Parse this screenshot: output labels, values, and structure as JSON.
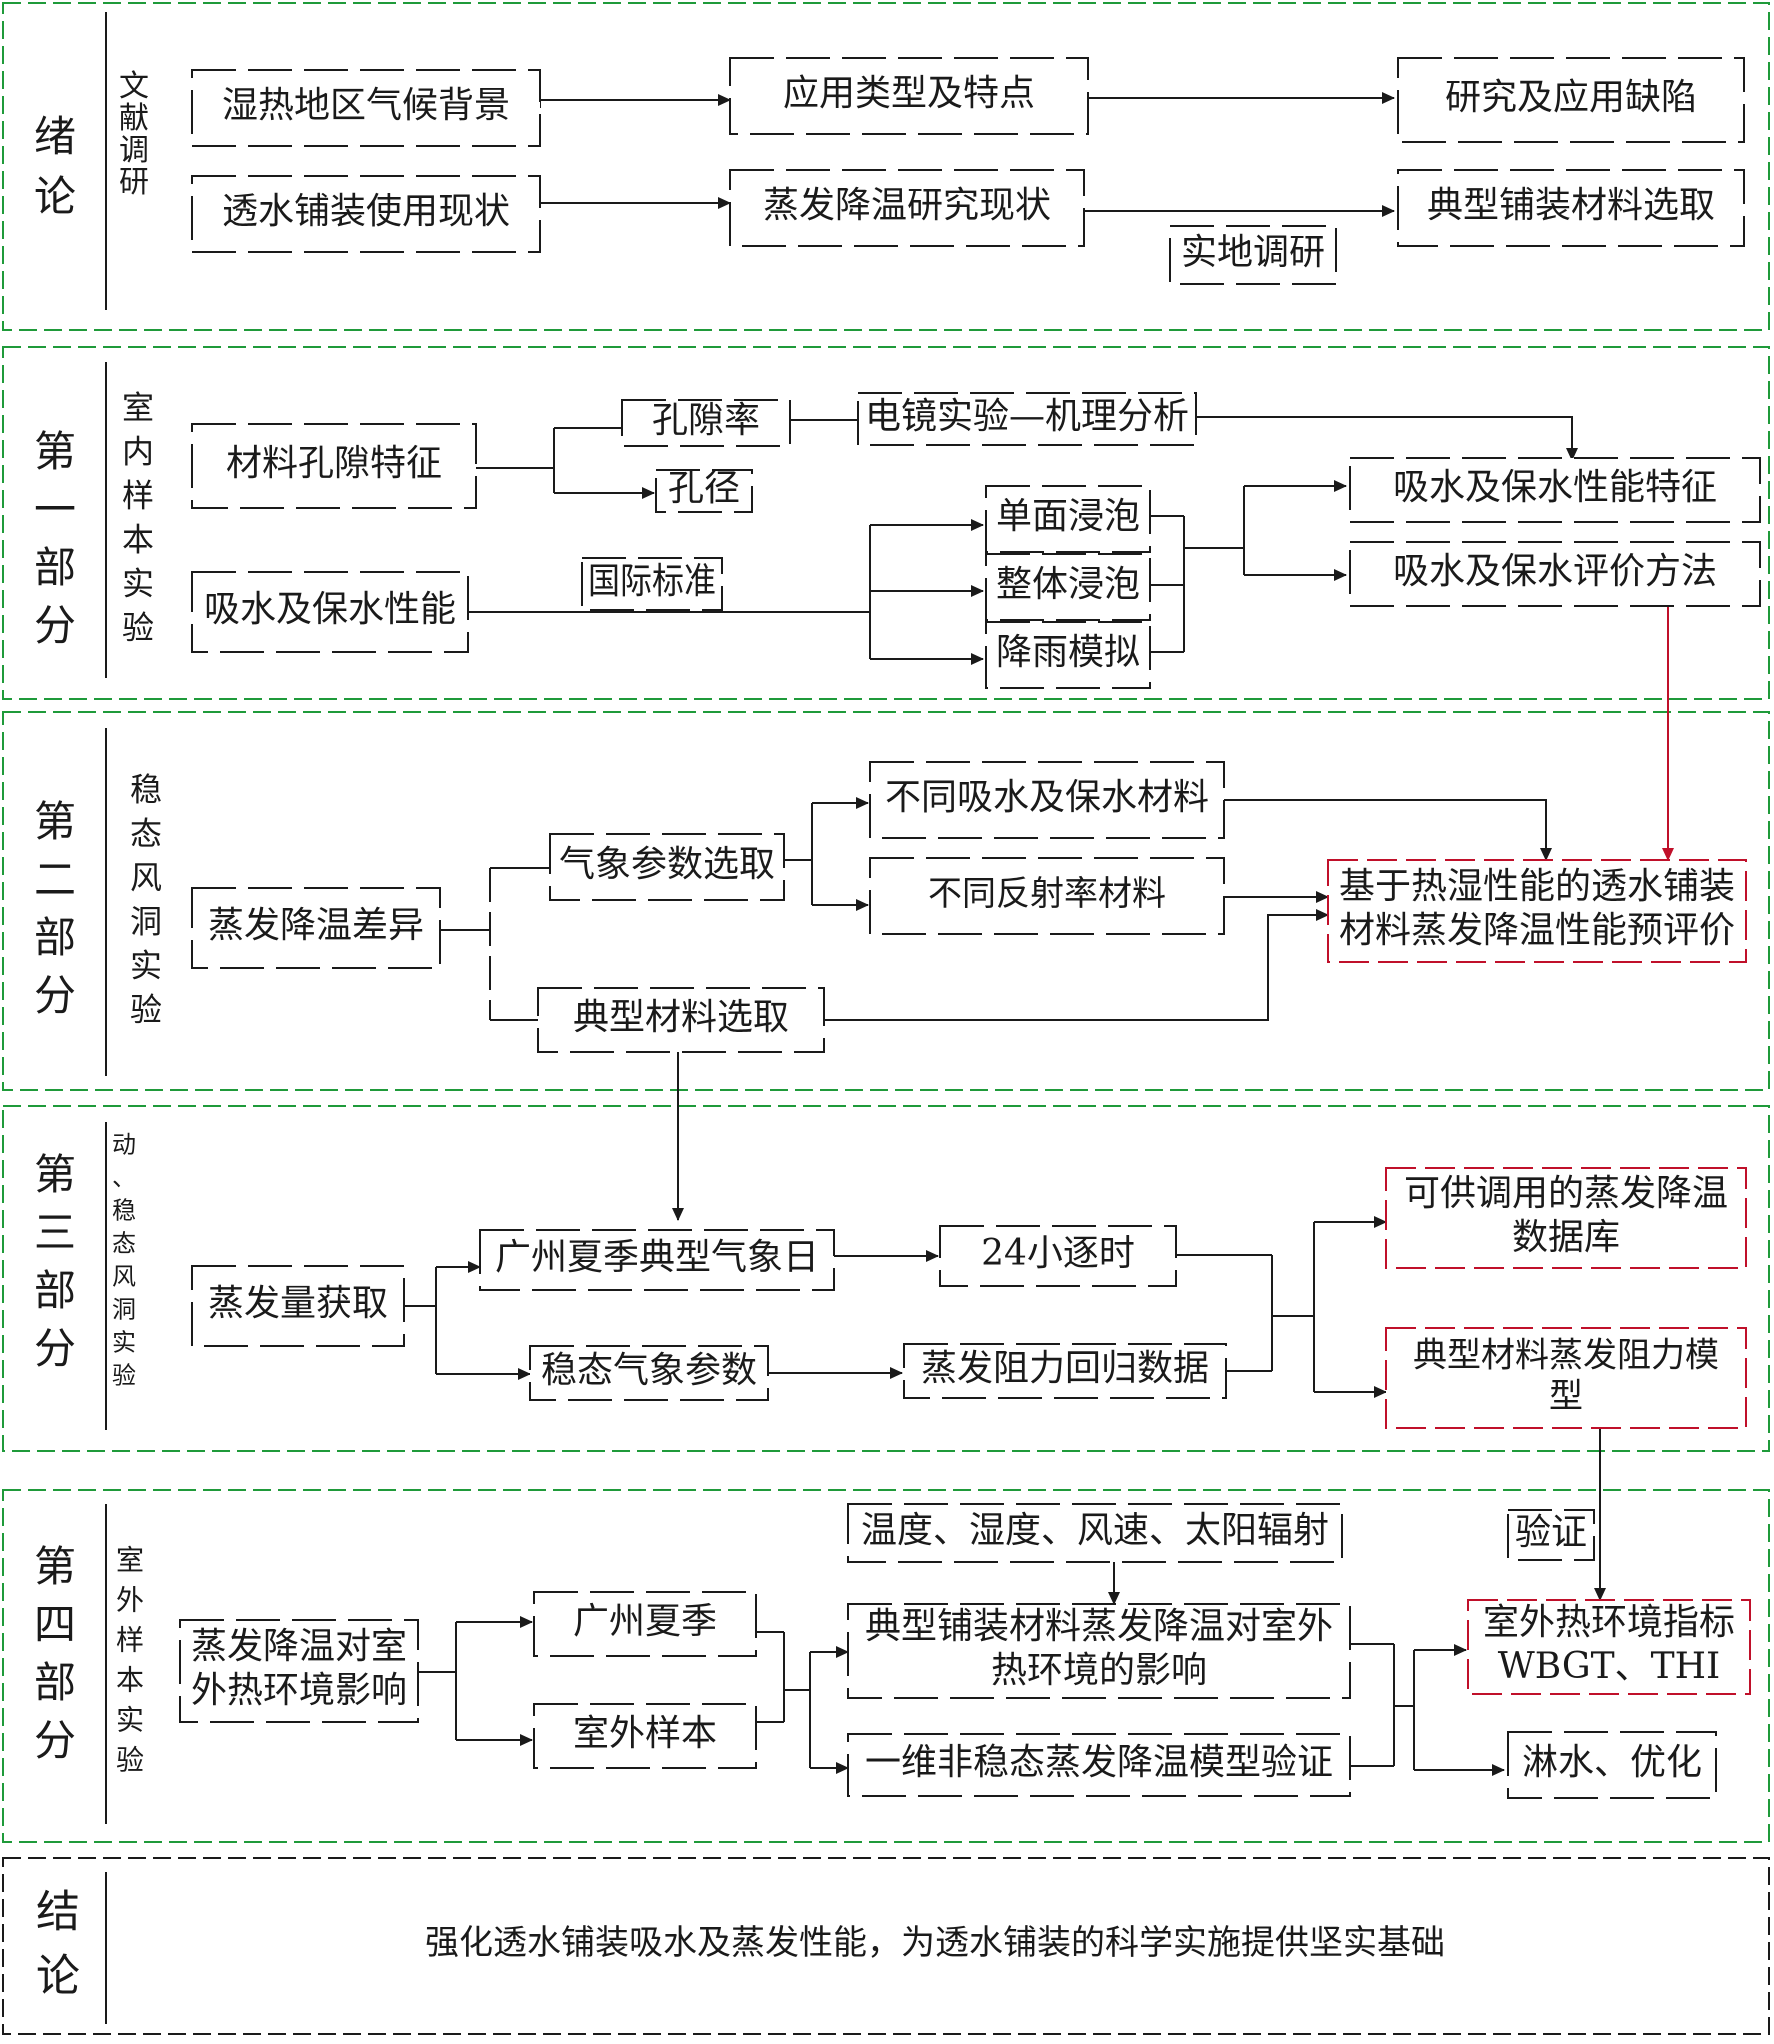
{
  "colors": {
    "section_border": "#1f9a3a",
    "ink": "#1a1a1a",
    "highlight": "#c0102a"
  },
  "sections": [
    {
      "id": "intro",
      "label": [
        "绪",
        "论"
      ],
      "sublabel": [
        "文",
        "献",
        "调",
        "研"
      ]
    },
    {
      "id": "part1",
      "label": [
        "第",
        "一",
        "部",
        "分"
      ],
      "sublabel": [
        "室",
        "内",
        "样",
        "本",
        "实",
        "验"
      ]
    },
    {
      "id": "part2",
      "label": [
        "第",
        "二",
        "部",
        "分"
      ],
      "sublabel": [
        "稳",
        "态",
        "风",
        "洞",
        "实",
        "验"
      ]
    },
    {
      "id": "part3",
      "label": [
        "第",
        "三",
        "部",
        "分"
      ],
      "sublabel": [
        "动",
        "、",
        "稳",
        "态",
        "风",
        "洞",
        "实",
        "验"
      ]
    },
    {
      "id": "part4",
      "label": [
        "第",
        "四",
        "部",
        "分"
      ],
      "sublabel": [
        "室",
        "外",
        "样",
        "本",
        "实",
        "验"
      ]
    },
    {
      "id": "conclusion",
      "label": [
        "结",
        "论"
      ],
      "sublabel": []
    }
  ],
  "nodes": {
    "intro_climate": [
      "湿热地区气候背景"
    ],
    "intro_app_types": [
      "应用类型及特点"
    ],
    "intro_gaps": [
      "研究及应用缺陷"
    ],
    "intro_usage": [
      "透水铺装使用现状"
    ],
    "intro_evap_status": [
      "蒸发降温研究现状"
    ],
    "intro_typical_select": [
      "典型铺装材料选取"
    ],
    "intro_field_survey": [
      "实地调研"
    ],
    "p1_pore_feature": [
      "材料孔隙特征"
    ],
    "p1_porosity": [
      "孔隙率"
    ],
    "p1_pore_size": [
      "孔径"
    ],
    "p1_sem": [
      "电镜实验—机理分析"
    ],
    "p1_absorb_perf": [
      "吸水及保水性能"
    ],
    "p1_intl_std": [
      "国际标准"
    ],
    "p1_single_soak": [
      "单面浸泡"
    ],
    "p1_whole_soak": [
      "整体浸泡"
    ],
    "p1_rain_sim": [
      "降雨模拟"
    ],
    "p1_absorb_feature": [
      "吸水及保水性能特征"
    ],
    "p1_eval_method": [
      "吸水及保水评价方法"
    ],
    "p2_evap_diff": [
      "蒸发降温差异"
    ],
    "p2_weather_select": [
      "气象参数选取"
    ],
    "p2_absorb_materials": [
      "不同吸水及保水材料"
    ],
    "p2_reflect_materials": [
      "不同反射率材料"
    ],
    "p2_typical_select": [
      "典型材料选取"
    ],
    "p2_pre_eval": [
      "基于热湿性能的透水铺装",
      "材料蒸发降温性能预评价"
    ],
    "p3_evap_amount": [
      "蒸发量获取"
    ],
    "p3_gz_day": [
      "广州夏季典型气象日"
    ],
    "p3_24h": [
      "24小逐时"
    ],
    "p3_steady_params": [
      "稳态气象参数"
    ],
    "p3_regression": [
      "蒸发阻力回归数据"
    ],
    "p3_database": [
      "可供调用的蒸发降温",
      "数据库"
    ],
    "p3_resistance_model": [
      "典型材料蒸发阻力模",
      "型"
    ],
    "p4_env_impact": [
      "蒸发降温对室",
      "外热环境影响"
    ],
    "p4_gz_summer": [
      "广州夏季"
    ],
    "p4_outdoor_sample": [
      "室外样本"
    ],
    "p4_met_vars": [
      "温度、湿度、风速、太阳辐射"
    ],
    "p4_typical_effect": [
      "典型铺装材料蒸发降温对室外",
      "热环境的影响"
    ],
    "p4_model_verify": [
      "一维非稳态蒸发降温模型验证"
    ],
    "p4_verify_label": [
      "验证"
    ],
    "p4_indices": [
      "室外热环境指标",
      "WBGT、THI"
    ],
    "p4_sprinkle": [
      "淋水、优化"
    ],
    "conclusion_text": [
      "强化透水铺装吸水及蒸发性能，为透水铺装的科学实施提供坚实基础"
    ]
  }
}
